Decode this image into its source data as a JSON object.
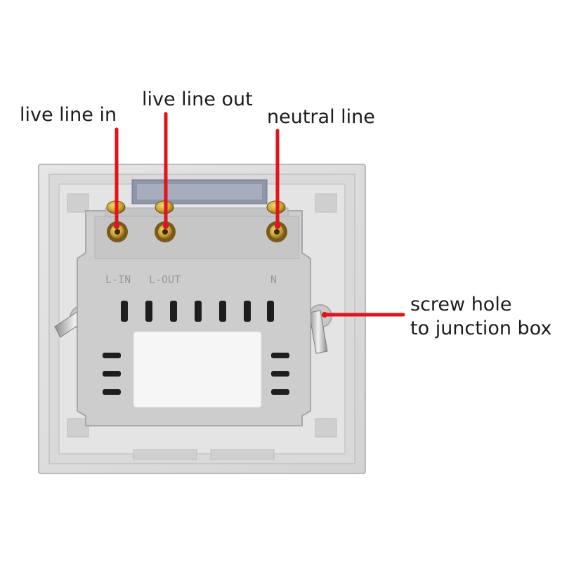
{
  "labels": {
    "live_line_in": "live line in",
    "live_line_out": "live line out",
    "neutral_line": "neutral line",
    "screw_hole_line1": "screw hole",
    "screw_hole_line2": "to junction box"
  },
  "module_print": {
    "terminal_1": "L-IN",
    "terminal_2": "L-OUT",
    "terminal_3": "N"
  },
  "colors": {
    "pointer": "#e0141b",
    "plate": "#dedede",
    "module": "#cfcfcf",
    "brass": "#c9a233",
    "text": "#1c1c1c"
  }
}
